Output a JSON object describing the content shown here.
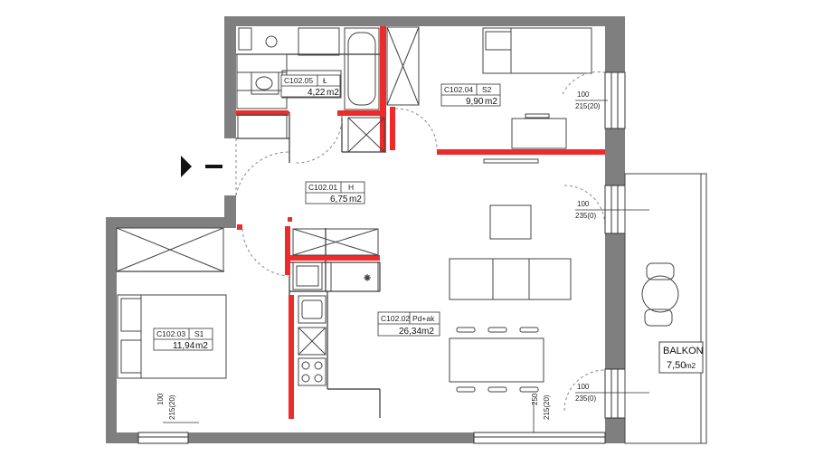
{
  "colors": {
    "wall": "#7f7f7f",
    "accent_wall": "#ee2b2b",
    "line": "#333333",
    "background": "#ffffff"
  },
  "rooms": [
    {
      "id": "bathroom",
      "code": "C102.05",
      "type": "Ł",
      "area": "4,22",
      "unit": "m2"
    },
    {
      "id": "bedroom-2",
      "code": "C102.04",
      "type": "S2",
      "area": "9,90",
      "unit": "m2"
    },
    {
      "id": "hall",
      "code": "C102.01",
      "type": "H",
      "area": "6,75",
      "unit": "m2"
    },
    {
      "id": "bedroom-1",
      "code": "C102.03",
      "type": "S1",
      "area": "11,94",
      "unit": "m2"
    },
    {
      "id": "living-kitchen",
      "code": "C102.02",
      "type": "Pd+ak",
      "area": "26,34",
      "unit": "m2"
    }
  ],
  "balcony": {
    "name": "BALKON",
    "area": "7,50",
    "unit": "m2"
  },
  "window_dims": [
    {
      "id": "w-bedroom2",
      "width": "100",
      "height": "215(20)"
    },
    {
      "id": "w-living-door",
      "width": "100",
      "height": "235(0)"
    },
    {
      "id": "w-living-door2",
      "width": "100",
      "height": "235(0)"
    },
    {
      "id": "w-bedroom1",
      "width": "100",
      "height": "215(20)"
    },
    {
      "id": "w-living-bottom",
      "width": "250",
      "height": "215(20)"
    }
  ]
}
